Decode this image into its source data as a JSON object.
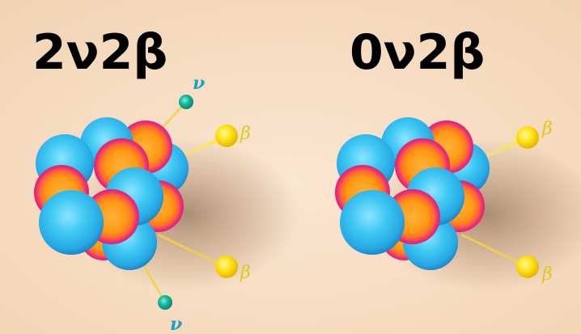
{
  "titles": {
    "left": "2ν2β",
    "right": "0ν2β"
  },
  "particle_labels": {
    "neutrino": "ν",
    "beta": "β"
  },
  "colors": {
    "background": "#f4d9bd",
    "proton_fill": "#ffa21a",
    "proton_rim": "#e8247a",
    "neutron_fill": "#3ec8f2",
    "neutron_rim": "#1f96d6",
    "beta_particle": "#ffe010",
    "neutrino_particle": "#0fa896",
    "beta_label": "#e0c818",
    "neutrino_label": "#1aa3c8",
    "title_text": "#000000"
  }
}
